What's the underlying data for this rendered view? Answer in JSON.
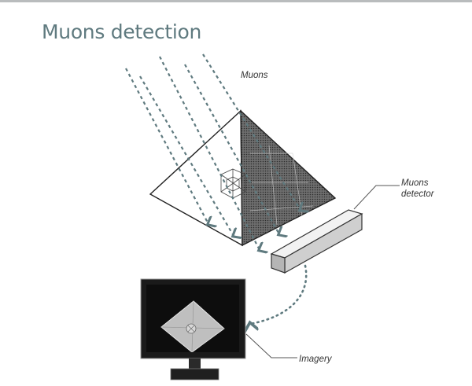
{
  "title": "Muons detection",
  "labels": {
    "muons": "Muons",
    "detector_line1": "Muons",
    "detector_line2": "detector",
    "imagery": "Imagery"
  },
  "colors": {
    "title": "#5f7a7f",
    "arrows": "#5f7a7f",
    "monitor": "#1a1a1a",
    "pyramid_shadow": "#4a4a4a"
  }
}
